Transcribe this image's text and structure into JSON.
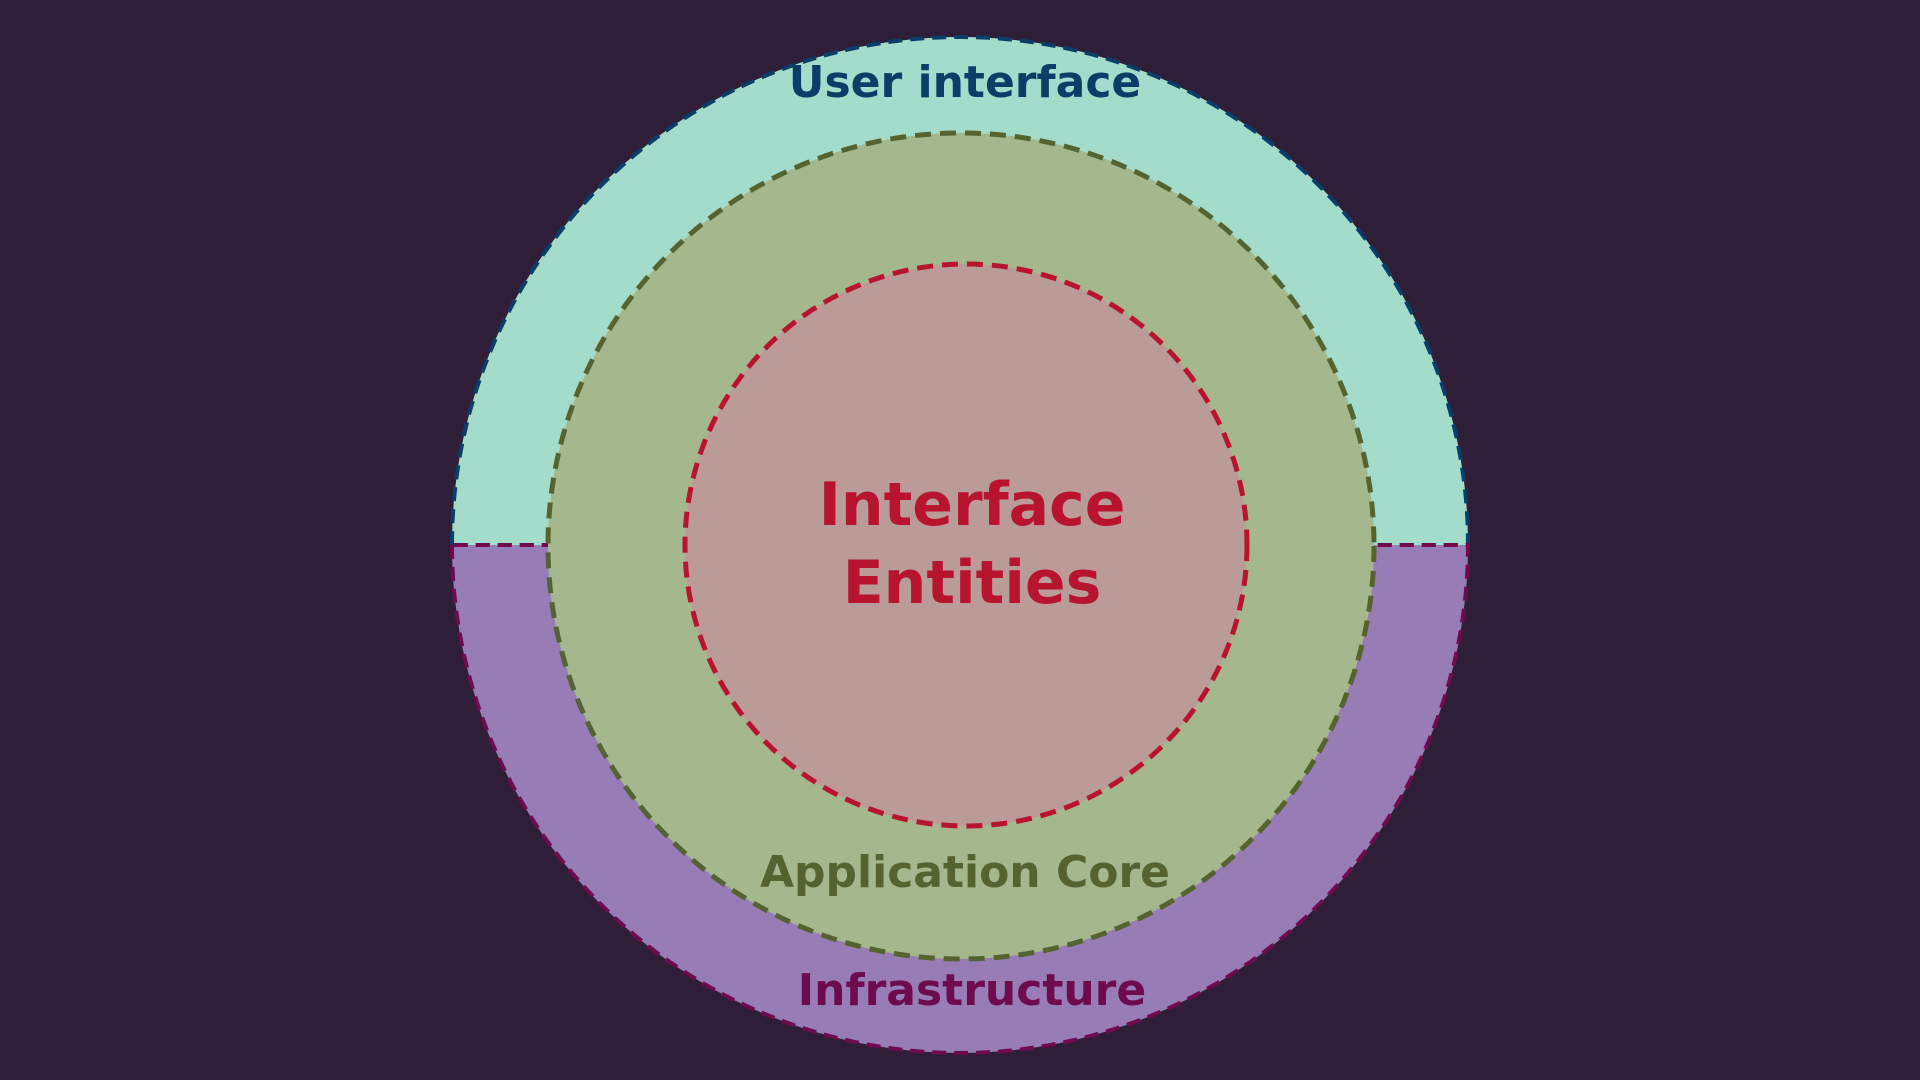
{
  "background_color": "#2e1e37",
  "layers": {
    "user_interface": {
      "label": "User interface",
      "fill": "#a3dccb",
      "stroke": "#0a3d68",
      "text_color": "#0a3d68"
    },
    "infrastructure": {
      "label": "Infrastructure",
      "fill": "#987cb5",
      "stroke": "#6e0a4e",
      "text_color": "#6e0a4e"
    },
    "application_core": {
      "label": "Application Core",
      "fill": "#a5b78d",
      "stroke": "#556331",
      "text_color": "#556331"
    },
    "entities": {
      "label_line1": "Interface",
      "label_line2": "Entities",
      "fill": "#bb9b97",
      "stroke": "#b8132f",
      "text_color": "#b8132f"
    }
  }
}
